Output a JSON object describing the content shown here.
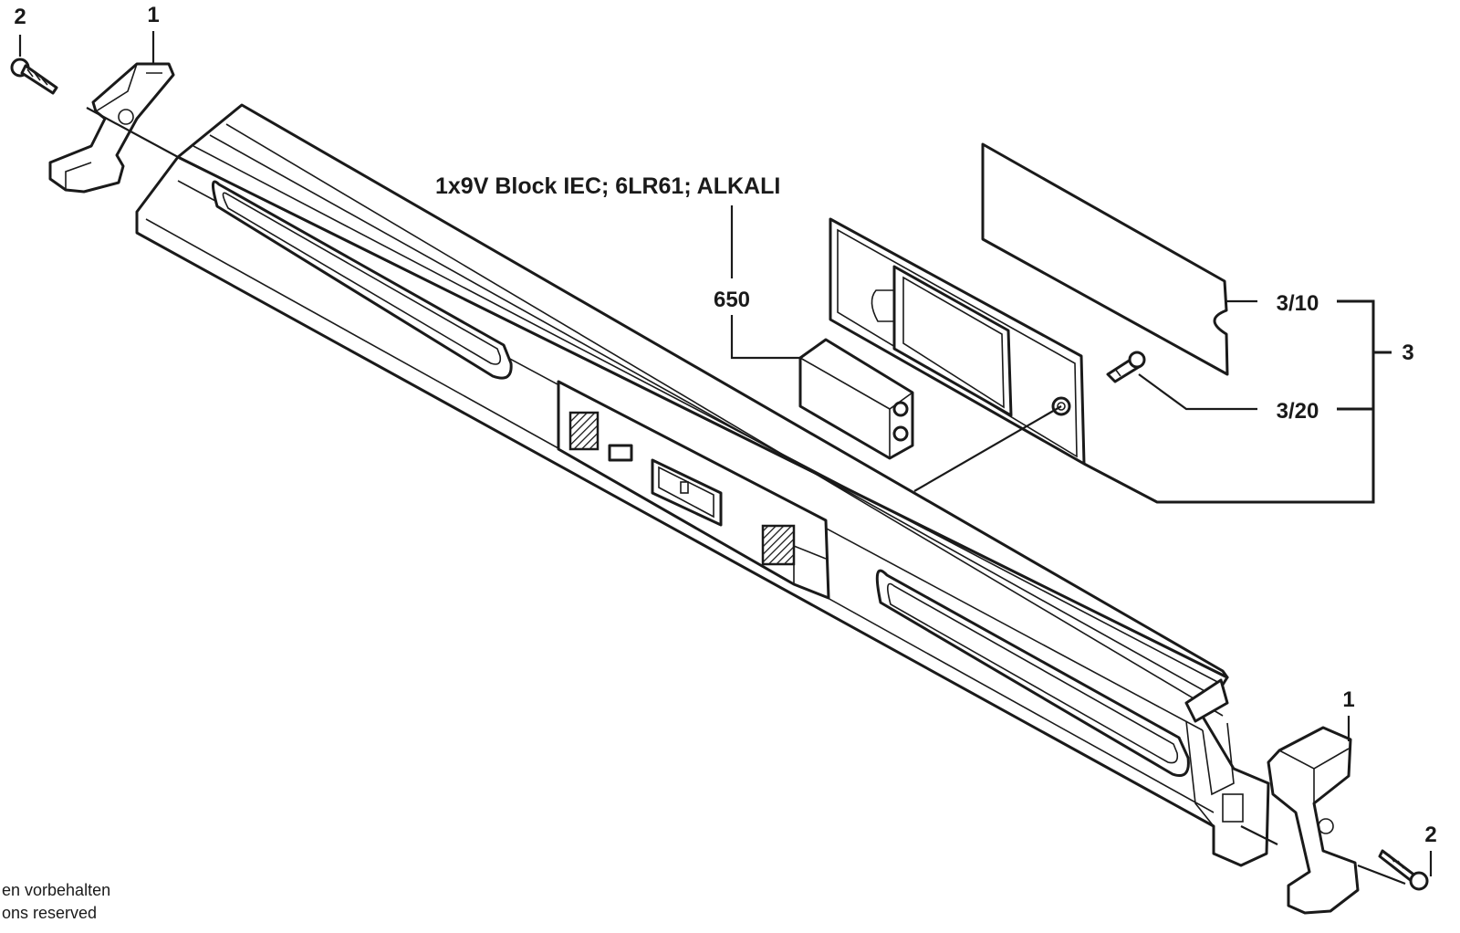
{
  "diagram": {
    "battery_spec": "1x9V Block IEC; 6LR61; ALKALI",
    "labels": {
      "screw_top": "2",
      "endcap_top": "1",
      "battery": "650",
      "cover": "3/10",
      "cover_screw": "3/20",
      "assembly": "3",
      "endcap_bottom": "1",
      "screw_bottom": "2"
    },
    "footer": {
      "line1": "en vorbehalten",
      "line2": "ons reserved"
    }
  }
}
